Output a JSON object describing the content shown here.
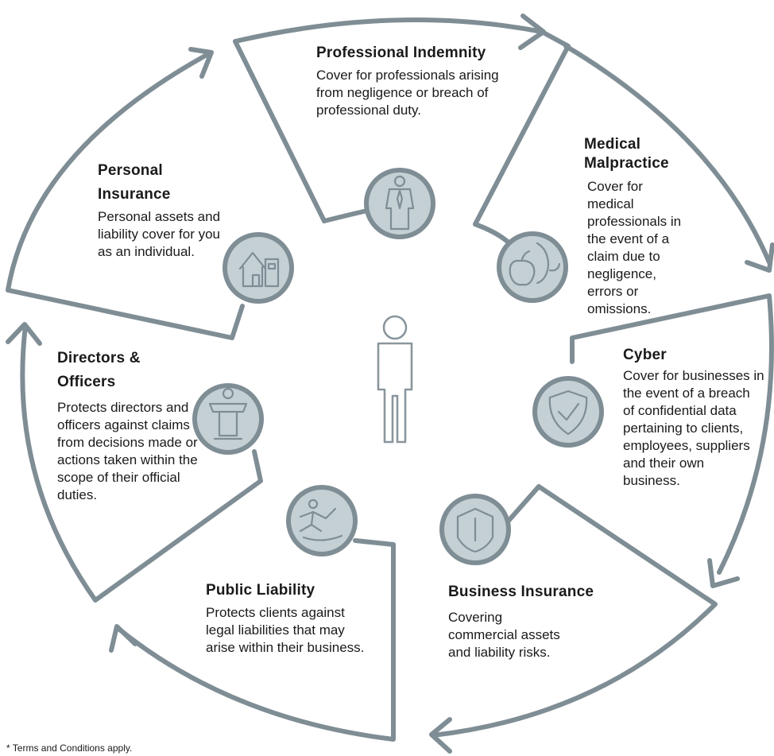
{
  "sections": [
    {
      "id": "professional-indemnity",
      "title": "Professional Indemnity",
      "description": "Cover for professionals arising from negligence or breach of professional duty.",
      "icon": "businessman-icon"
    },
    {
      "id": "medical-malpractice",
      "title": "Medical Malpractice",
      "description": "Cover for medical professionals in the event of a claim due to negligence, errors or omissions.",
      "icon": "apple-stethoscope-icon"
    },
    {
      "id": "cyber",
      "title": "Cyber",
      "description": "Cover for businesses in the event of a breach of confidential data pertaining to clients, employees, suppliers and their own business.",
      "icon": "shield-check-icon"
    },
    {
      "id": "business-insurance",
      "title": "Business Insurance",
      "description": "Covering commercial assets and liability risks.",
      "icon": "shield-icon"
    },
    {
      "id": "public-liability",
      "title": "Public Liability",
      "description": "Protects clients against legal liabilities that may arise within their business.",
      "icon": "slip-fall-icon"
    },
    {
      "id": "directors-officers",
      "title": "Directors & Officers",
      "description": "Protects directors and officers against claims from decisions made or actions taken within the scope of their official duties.",
      "icon": "podium-speaker-icon"
    },
    {
      "id": "personal-insurance",
      "title": "Personal Insurance",
      "description": "Personal assets and liability cover for you as an individual.",
      "icon": "house-building-icon"
    }
  ],
  "footnote": "* Terms and Conditions apply.",
  "colors": {
    "stroke": "#7f8d95",
    "icon_fill": "#c4d0d4",
    "text": "#1a1a1a"
  },
  "center_icon": "person-icon"
}
